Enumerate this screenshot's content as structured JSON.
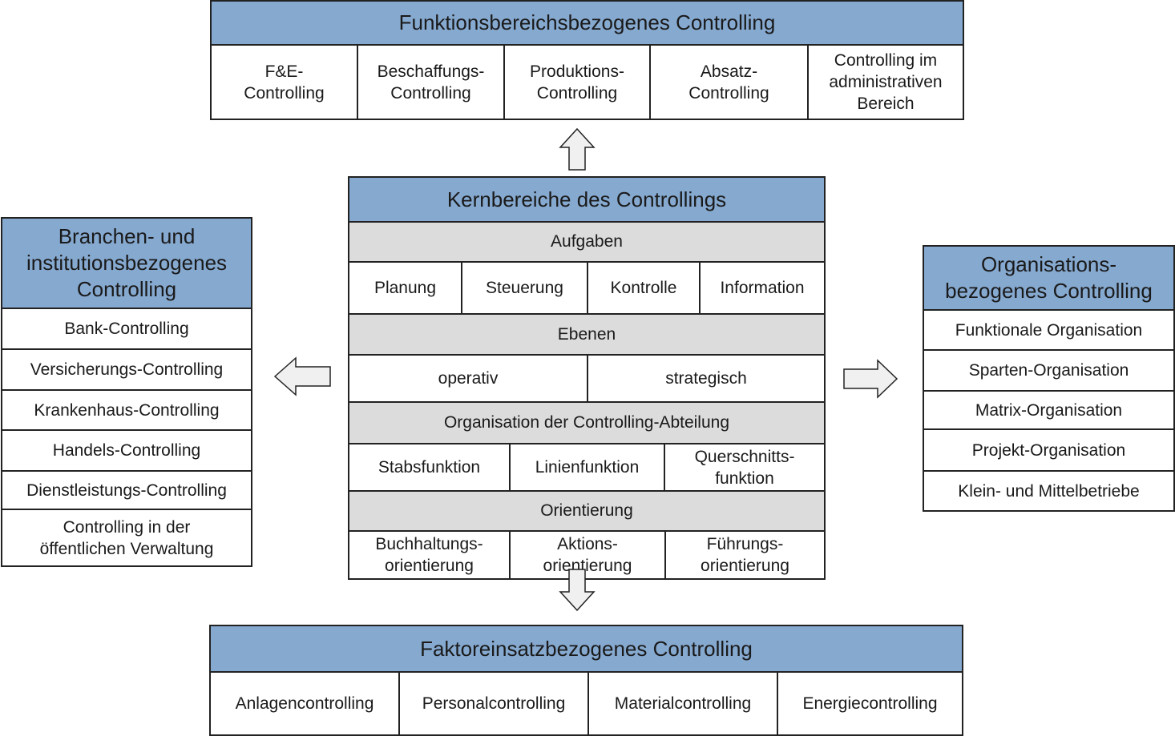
{
  "top": {
    "title": "Funktionsbereichsbezogenes Controlling",
    "items": [
      "F&E-\nControlling",
      "Beschaffungs-\nControlling",
      "Produktions-\nControlling",
      "Absatz-\nControlling",
      "Controlling im\nadministrativen\nBereich"
    ]
  },
  "center": {
    "title": "Kernbereiche des Controllings",
    "sections": [
      {
        "heading": "Aufgaben",
        "items": [
          "Planung",
          "Steuerung",
          "Kontrolle",
          "Information"
        ]
      },
      {
        "heading": "Ebenen",
        "items": [
          "operativ",
          "strategisch"
        ]
      },
      {
        "heading": "Organisation der Controlling-Abteilung",
        "items": [
          "Stabsfunktion",
          "Linienfunktion",
          "Querschnitts-\nfunktion"
        ]
      },
      {
        "heading": "Orientierung",
        "items": [
          "Buchhaltungs-\norientierung",
          "Aktions-\norientierung",
          "Führungs-\norientierung"
        ]
      }
    ]
  },
  "left": {
    "title": "Branchen- und\ninstitutionsbezogenes\nControlling",
    "items": [
      "Bank-Controlling",
      "Versicherungs-Controlling",
      "Krankenhaus-Controlling",
      "Handels-Controlling",
      "Dienstleistungs-Controlling",
      "Controlling in der\nöffentlichen Verwaltung"
    ]
  },
  "right": {
    "title": "Organisations-\nbezogenes Controlling",
    "items": [
      "Funktionale Organisation",
      "Sparten-Organisation",
      "Matrix-Organisation",
      "Projekt-Organisation",
      "Klein- und Mittelbetriebe"
    ]
  },
  "bottom": {
    "title": "Faktoreinsatzbezogenes Controlling",
    "items": [
      "Anlagencontrolling",
      "Personalcontrolling",
      "Materialcontrolling",
      "Energiecontrolling"
    ]
  },
  "colors": {
    "header": "#86a9d0",
    "subheader": "#dcdcdc",
    "border": "#222222",
    "arrow_fill": "#f0f0f0"
  }
}
